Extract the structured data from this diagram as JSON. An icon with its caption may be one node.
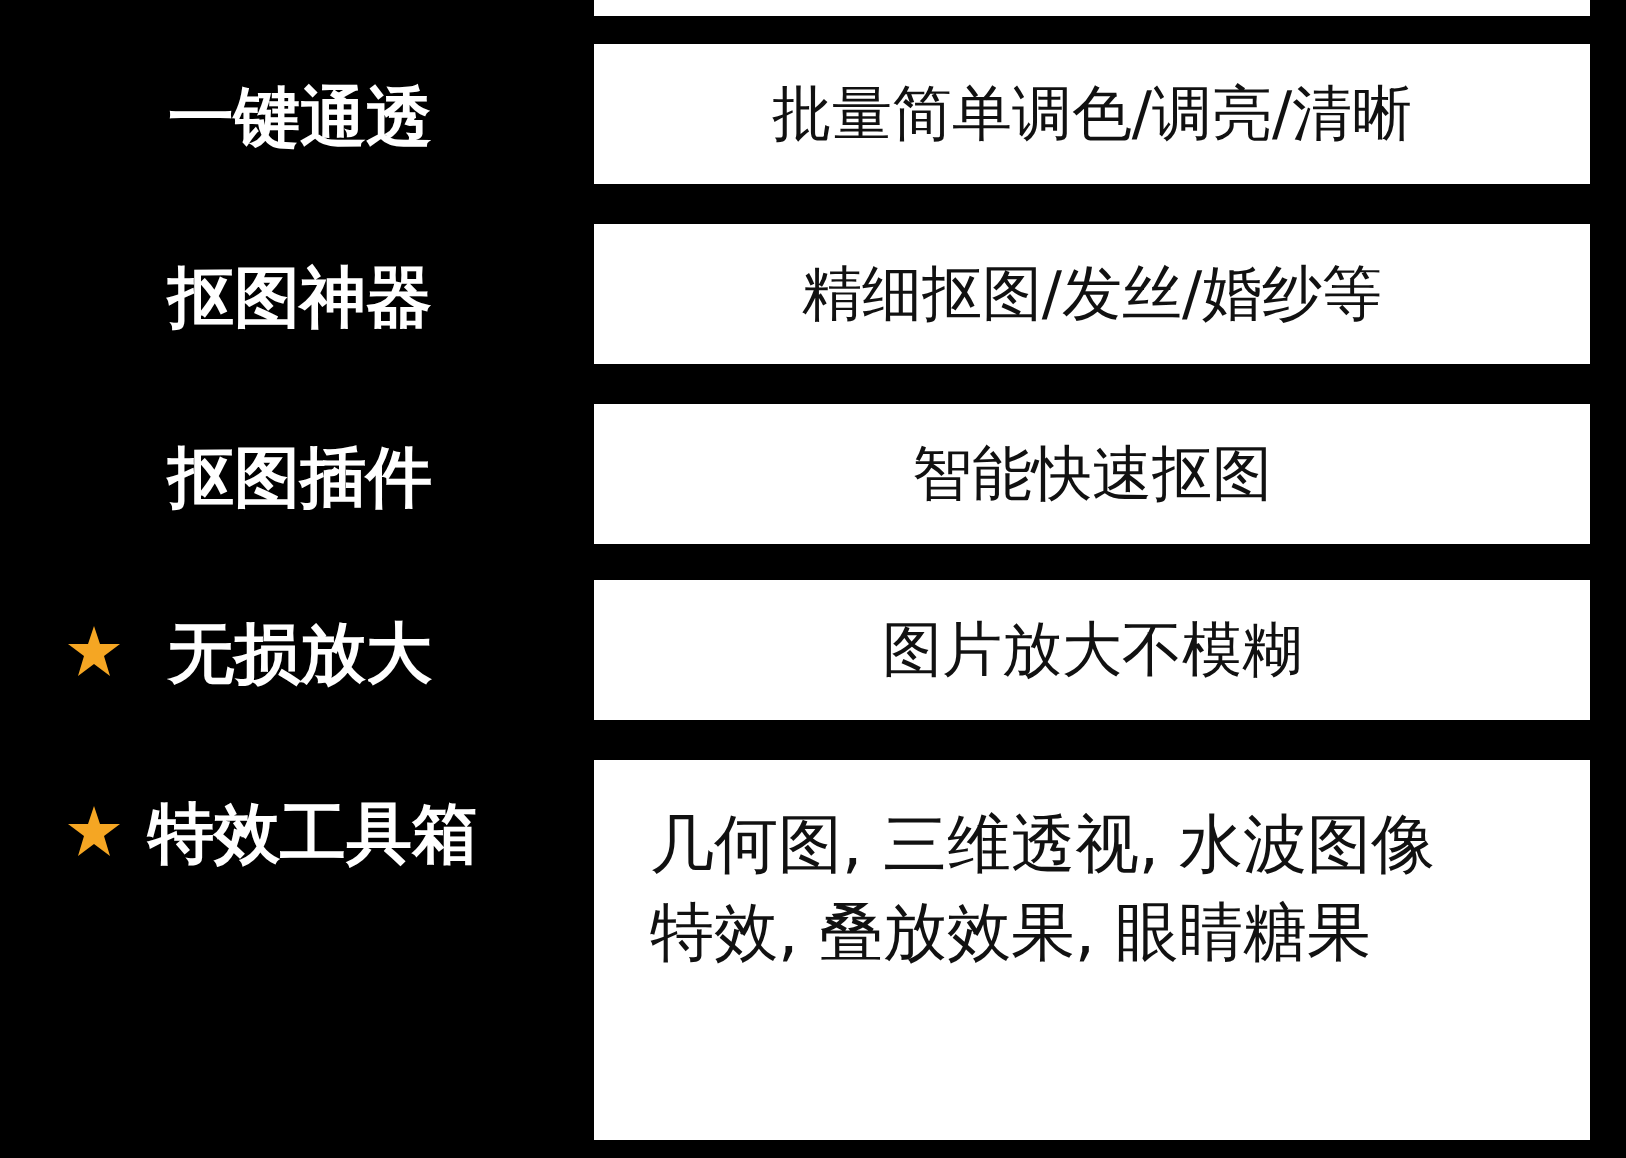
{
  "diagram": {
    "nodes": [
      {
        "text": [],
        "shape": "box"
      },
      {
        "text": [
          "批量简单调色/调亮/清晰"
        ],
        "beside": [
          "一键通透"
        ]
      },
      {
        "text": [
          "精细抠图/发丝/婚纱等"
        ],
        "beside": [
          "抠图神器"
        ]
      },
      {
        "text": [
          "智能快速抠图"
        ],
        "beside": [
          "抠图插件"
        ]
      },
      {
        "text": [
          "图片放大不模糊"
        ],
        "beside": [
          "无损放大"
        ]
      },
      {
        "text": [
          "几何图, 三维透视, 水波图像特效, 叠放效果, 眼睛糖果"
        ],
        "beside": [
          "特效工具箱"
        ]
      }
    ]
  }
}
